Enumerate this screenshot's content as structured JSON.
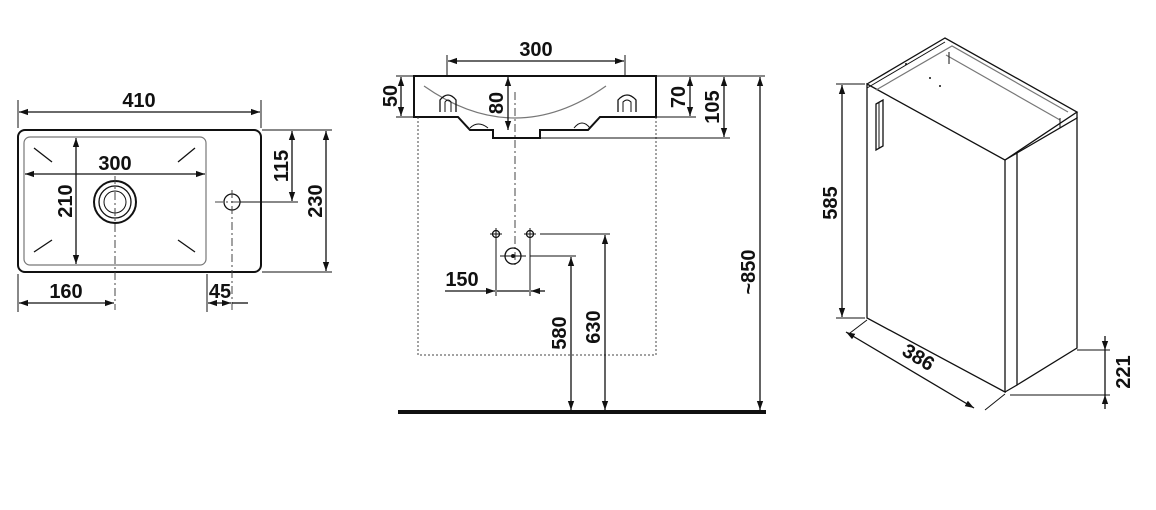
{
  "top_view": {
    "width_total": "410",
    "basin_width": "300",
    "basin_depth": "210",
    "total_depth": "230",
    "tap_hole_offset": "115",
    "drain_offset": "160",
    "tap_edge_offset": "45"
  },
  "front_view": {
    "basin_width": "300",
    "rim_height": "50",
    "bowl_depth": "80",
    "height_70": "70",
    "height_105": "105",
    "pipe_spacing": "150",
    "drain_height": "580",
    "supply_height": "630",
    "mount_height": "~850"
  },
  "cabinet_view": {
    "height": "585",
    "depth": "386",
    "leg_height": "221"
  }
}
